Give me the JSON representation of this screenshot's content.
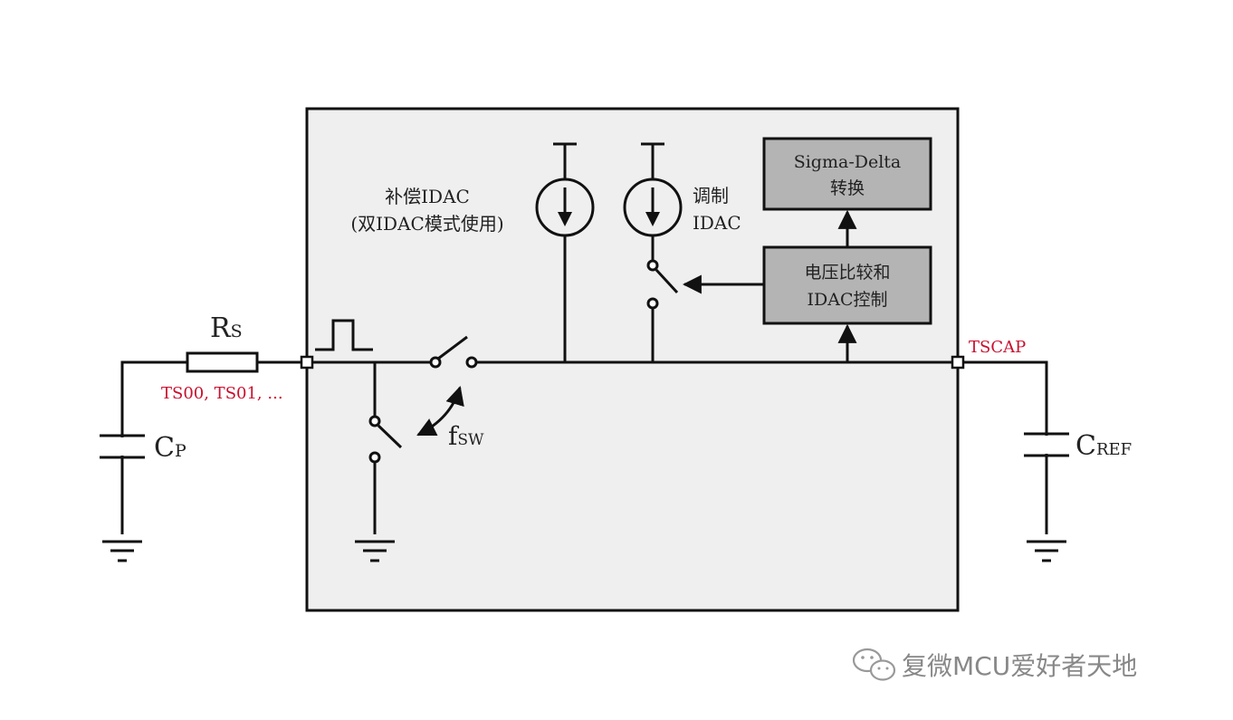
{
  "labels": {
    "rs_main": "R",
    "rs_sub": "S",
    "ts_pins": "TS00, TS01, ...",
    "cp_main": "C",
    "cp_sub": "P",
    "comp_idac_line1": "补偿IDAC",
    "comp_idac_line2": "(双IDAC模式使用)",
    "mod_idac_line1": "调制",
    "mod_idac_line2": "IDAC",
    "sigma_delta_line1": "Sigma-Delta",
    "sigma_delta_line2": "转换",
    "comparator_line1": "电压比较和",
    "comparator_line2": "IDAC控制",
    "tscap": "TSCAP",
    "fsw_main": "f",
    "fsw_sub": "SW",
    "cref_main": "C",
    "cref_sub": "REF"
  },
  "watermark": {
    "text": "复微MCU爱好者天地",
    "icon": "wechat-icon"
  },
  "colors": {
    "chip_fill": "#efefef",
    "block_fill": "#b4b4b4",
    "stroke": "#111111",
    "pin_label": "#c8102e",
    "watermark": "#888888"
  }
}
